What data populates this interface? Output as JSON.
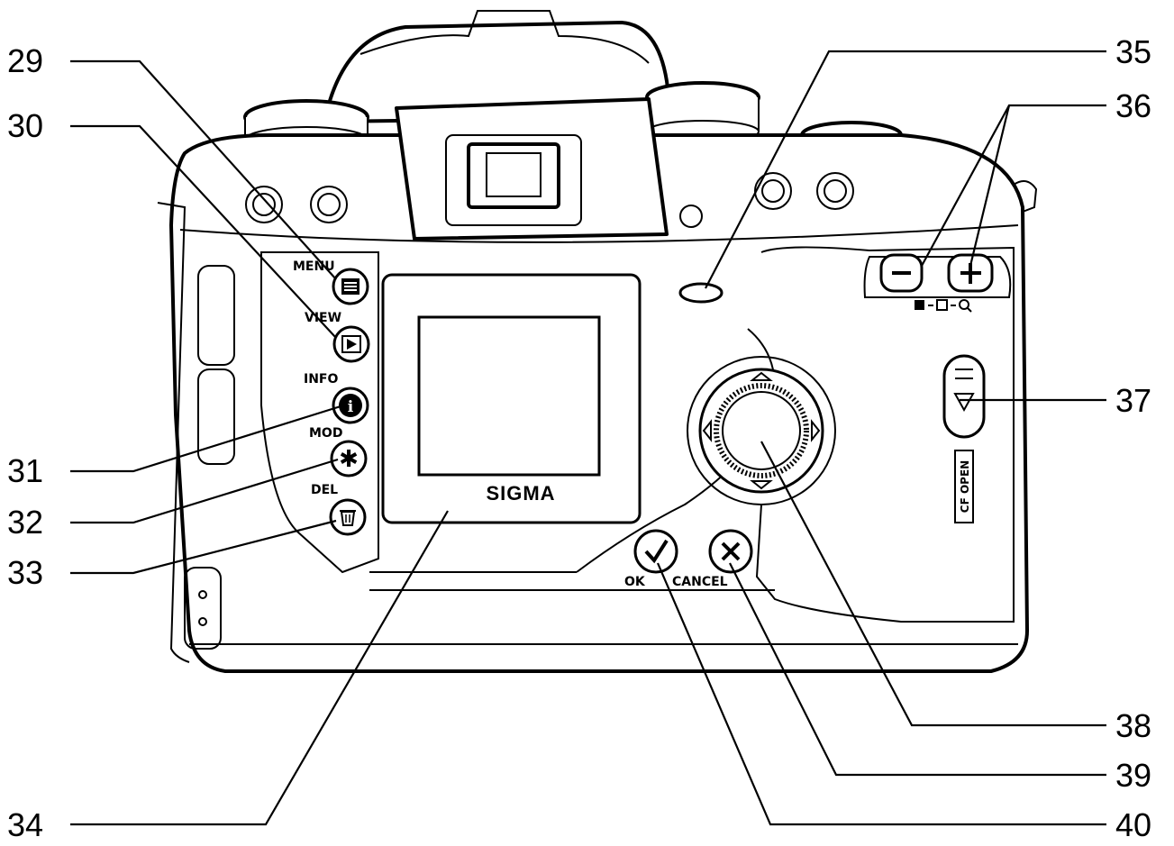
{
  "callouts": {
    "c29": "29",
    "c30": "30",
    "c31": "31",
    "c32": "32",
    "c33": "33",
    "c34": "34",
    "c35": "35",
    "c36": "36",
    "c37": "37",
    "c38": "38",
    "c39": "39",
    "c40": "40"
  },
  "buttons": {
    "menu": "MENU",
    "view": "VIEW",
    "info": "INFO",
    "mod": "MOD",
    "del": "DEL",
    "ok": "OK",
    "cancel": "CANCEL"
  },
  "brand": "SIGMA",
  "cf_label": "CF OPEN"
}
